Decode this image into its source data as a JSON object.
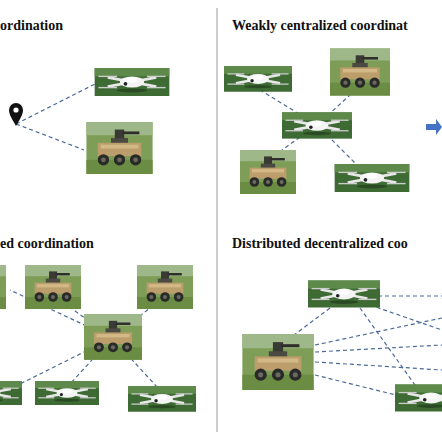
{
  "diagram": {
    "labels": [
      "ordination",
      "Weakly centralized coordinat",
      "ed coordination",
      "Distributed decentralized coo"
    ]
  }
}
